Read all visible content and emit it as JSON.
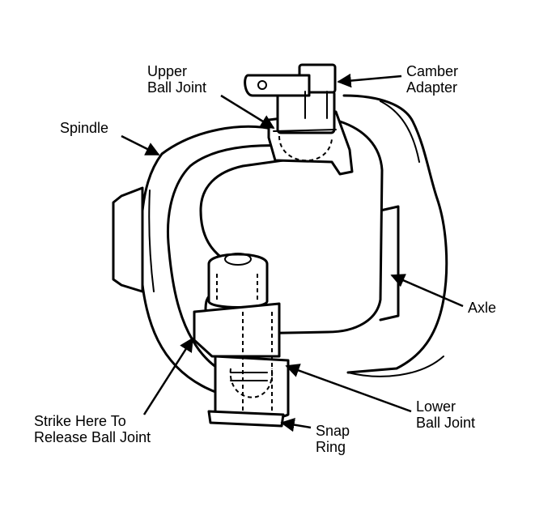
{
  "labels": {
    "upper_ball_joint": "Upper\nBall Joint",
    "camber_adapter": "Camber\nAdapter",
    "spindle": "Spindle",
    "axle": "Axle",
    "strike_here": "Strike Here To\nRelease Ball Joint",
    "lower_ball_joint": "Lower\nBall Joint",
    "snap_ring": "Snap\nRing"
  }
}
